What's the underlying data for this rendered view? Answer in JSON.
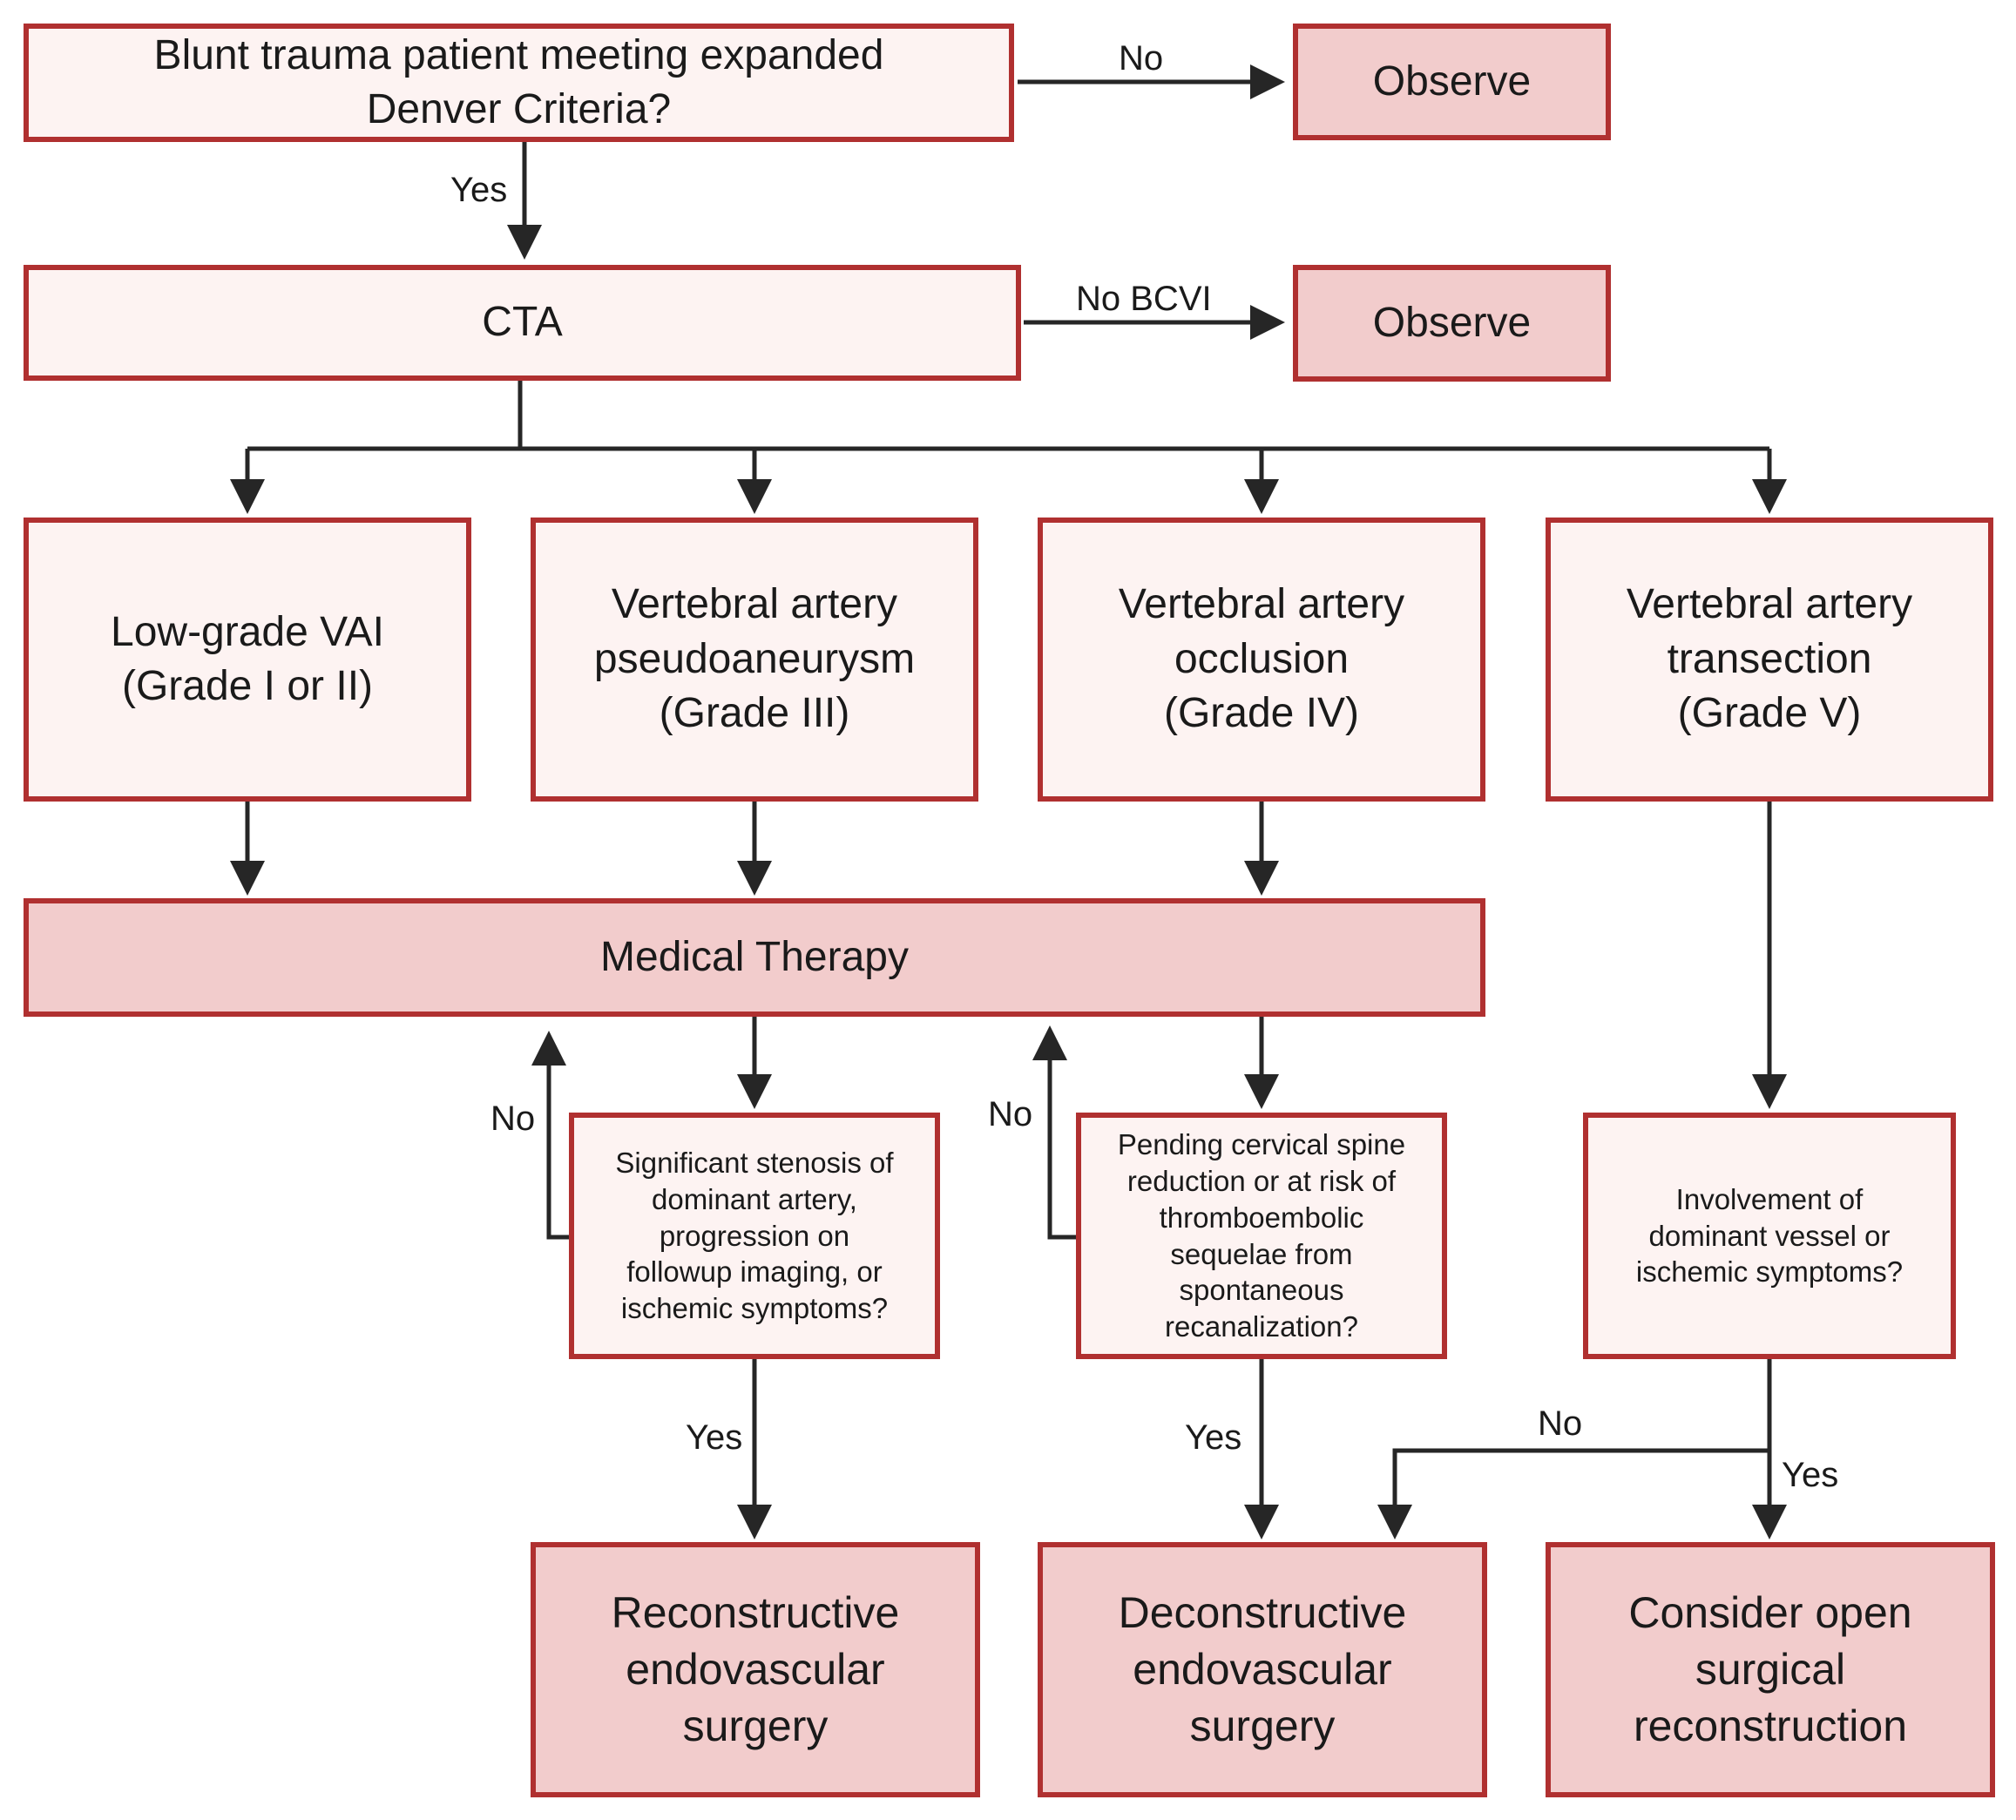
{
  "nodes": {
    "start_question": "Blunt trauma patient meeting expanded\nDenver Criteria?",
    "observe_1": "Observe",
    "cta": "CTA",
    "observe_2": "Observe",
    "grade_1_2": "Low-grade VAI\n(Grade I or II)",
    "grade_3": "Vertebral artery\npseudoaneurysm\n(Grade III)",
    "grade_4": "Vertebral artery\nocclusion\n(Grade IV)",
    "grade_5": "Vertebral artery\ntransection\n(Grade V)",
    "medical_therapy": "Medical Therapy",
    "question_stenosis": "Significant stenosis of\ndominant artery,\nprogression on\nfollowup imaging, or\nischemic symptoms?",
    "question_recanalization": "Pending cervical spine\nreduction or at risk of\nthromboembolic\nsequelae from\nspontaneous\nrecanalization?",
    "question_dominant": "Involvement of\ndominant vessel or\nischemic symptoms?",
    "reconstructive": "Reconstructive\nendovascular\nsurgery",
    "deconstructive": "Deconstructive\nendovascular\nsurgery",
    "open_surgical": "Consider open\nsurgical\nreconstruction"
  },
  "edge_labels": {
    "start_no": "No",
    "start_yes": "Yes",
    "cta_no_bcvi": "No BCVI",
    "stenosis_no": "No",
    "stenosis_yes": "Yes",
    "recanalization_no": "No",
    "recanalization_yes": "Yes",
    "dominant_no": "No",
    "dominant_yes": "Yes"
  },
  "colors": {
    "box_border": "#b03030",
    "light_fill": "#fdf3f2",
    "dark_fill": "#f2cccc",
    "connector": "#262626"
  }
}
